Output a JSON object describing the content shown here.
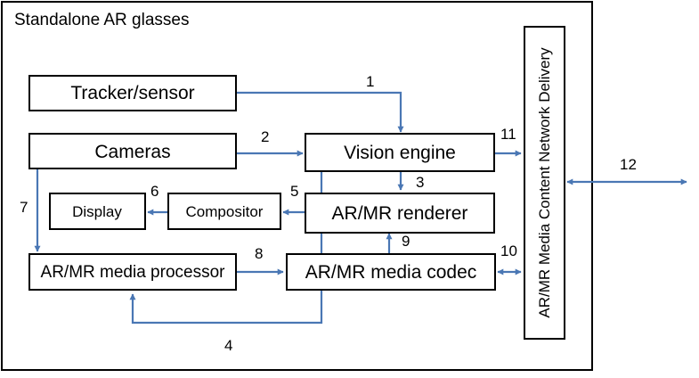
{
  "diagram": {
    "container_title": "Standalone AR glasses",
    "blocks": {
      "tracker": "Tracker/sensor",
      "cameras": "Cameras",
      "vision_engine": "Vision engine",
      "display": "Display",
      "compositor": "Compositor",
      "renderer": "AR/MR renderer",
      "media_processor": "AR/MR media processor",
      "media_codec": "AR/MR media codec",
      "cdn_delivery": "AR/MR Media Content Network Delivery"
    },
    "interfaces": {
      "i1": "1",
      "i2": "2",
      "i3": "3",
      "i4": "4",
      "i5": "5",
      "i6": "6",
      "i7": "7",
      "i8": "8",
      "i9": "9",
      "i10": "10",
      "i11": "11",
      "i12": "12"
    },
    "colors": {
      "arrow": "#4a77b4",
      "border": "#000000",
      "background": "#ffffff"
    }
  }
}
